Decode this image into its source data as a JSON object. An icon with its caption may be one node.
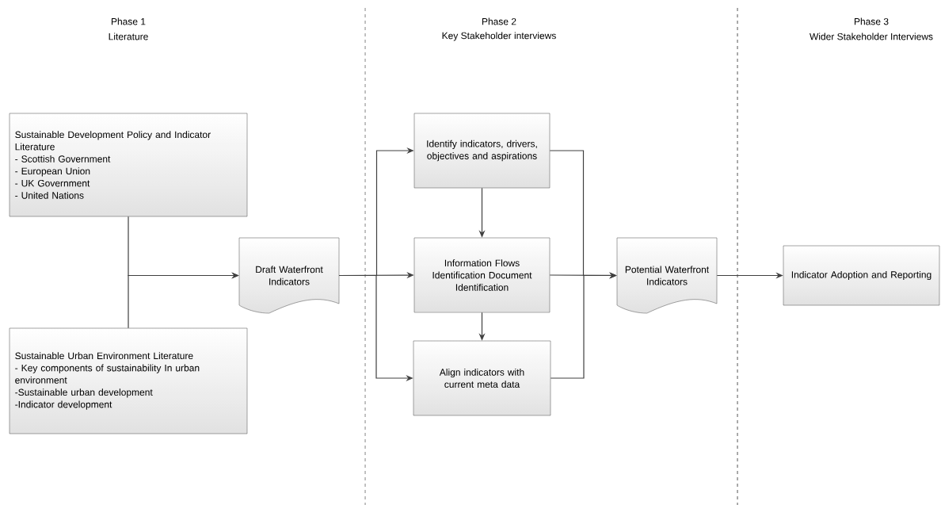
{
  "diagram": {
    "nodes": [
      {
        "text": [
          "Sustainable Development Policy and Indicator Literature",
          "- Scottish Government",
          "- European Union",
          "- UK Government",
          "- United Nations"
        ]
      },
      {
        "text": [
          "Sustainable Urban Environment Literature",
          "- Key components of sustainability In urban environment",
          "-Sustainable urban development",
          "-Indicator development"
        ]
      },
      {
        "text": [
          "Draft Waterfront Indicators"
        ]
      },
      {
        "text": [
          "Identify indicators, drivers, objectives and aspirations"
        ]
      },
      {
        "text": [
          "Information Flows Identification Document Identification"
        ]
      },
      {
        "text": [
          "Align indicators with current meta data"
        ]
      },
      {
        "text": [
          "Potential Waterfront Indicators"
        ]
      },
      {
        "text": [
          "Indicator Adoption and Reporting"
        ]
      }
    ],
    "edges": [
      {
        "from": 0,
        "to": 2,
        "arrow": "to"
      },
      {
        "from": 1,
        "to": 2,
        "arrow": "to"
      },
      {
        "from": 2,
        "to": 3,
        "arrow": "to"
      },
      {
        "from": 2,
        "to": 4,
        "arrow": "to"
      },
      {
        "from": 2,
        "to": 5,
        "arrow": "to"
      },
      {
        "from": 3,
        "to": 4,
        "arrow": "to"
      },
      {
        "from": 4,
        "to": 5,
        "arrow": "to"
      },
      {
        "from": 3,
        "to": 6,
        "arrow": "to"
      },
      {
        "from": 4,
        "to": 6,
        "arrow": "to"
      },
      {
        "from": 5,
        "to": 6,
        "arrow": "to"
      },
      {
        "from": 6,
        "to": 7,
        "arrow": "to"
      }
    ],
    "labels": [
      "Phase 1",
      "Literature",
      "Phase 2",
      "Key Stakeholder interviews",
      "Phase 3",
      "Wider Stakeholder Interviews"
    ]
  }
}
